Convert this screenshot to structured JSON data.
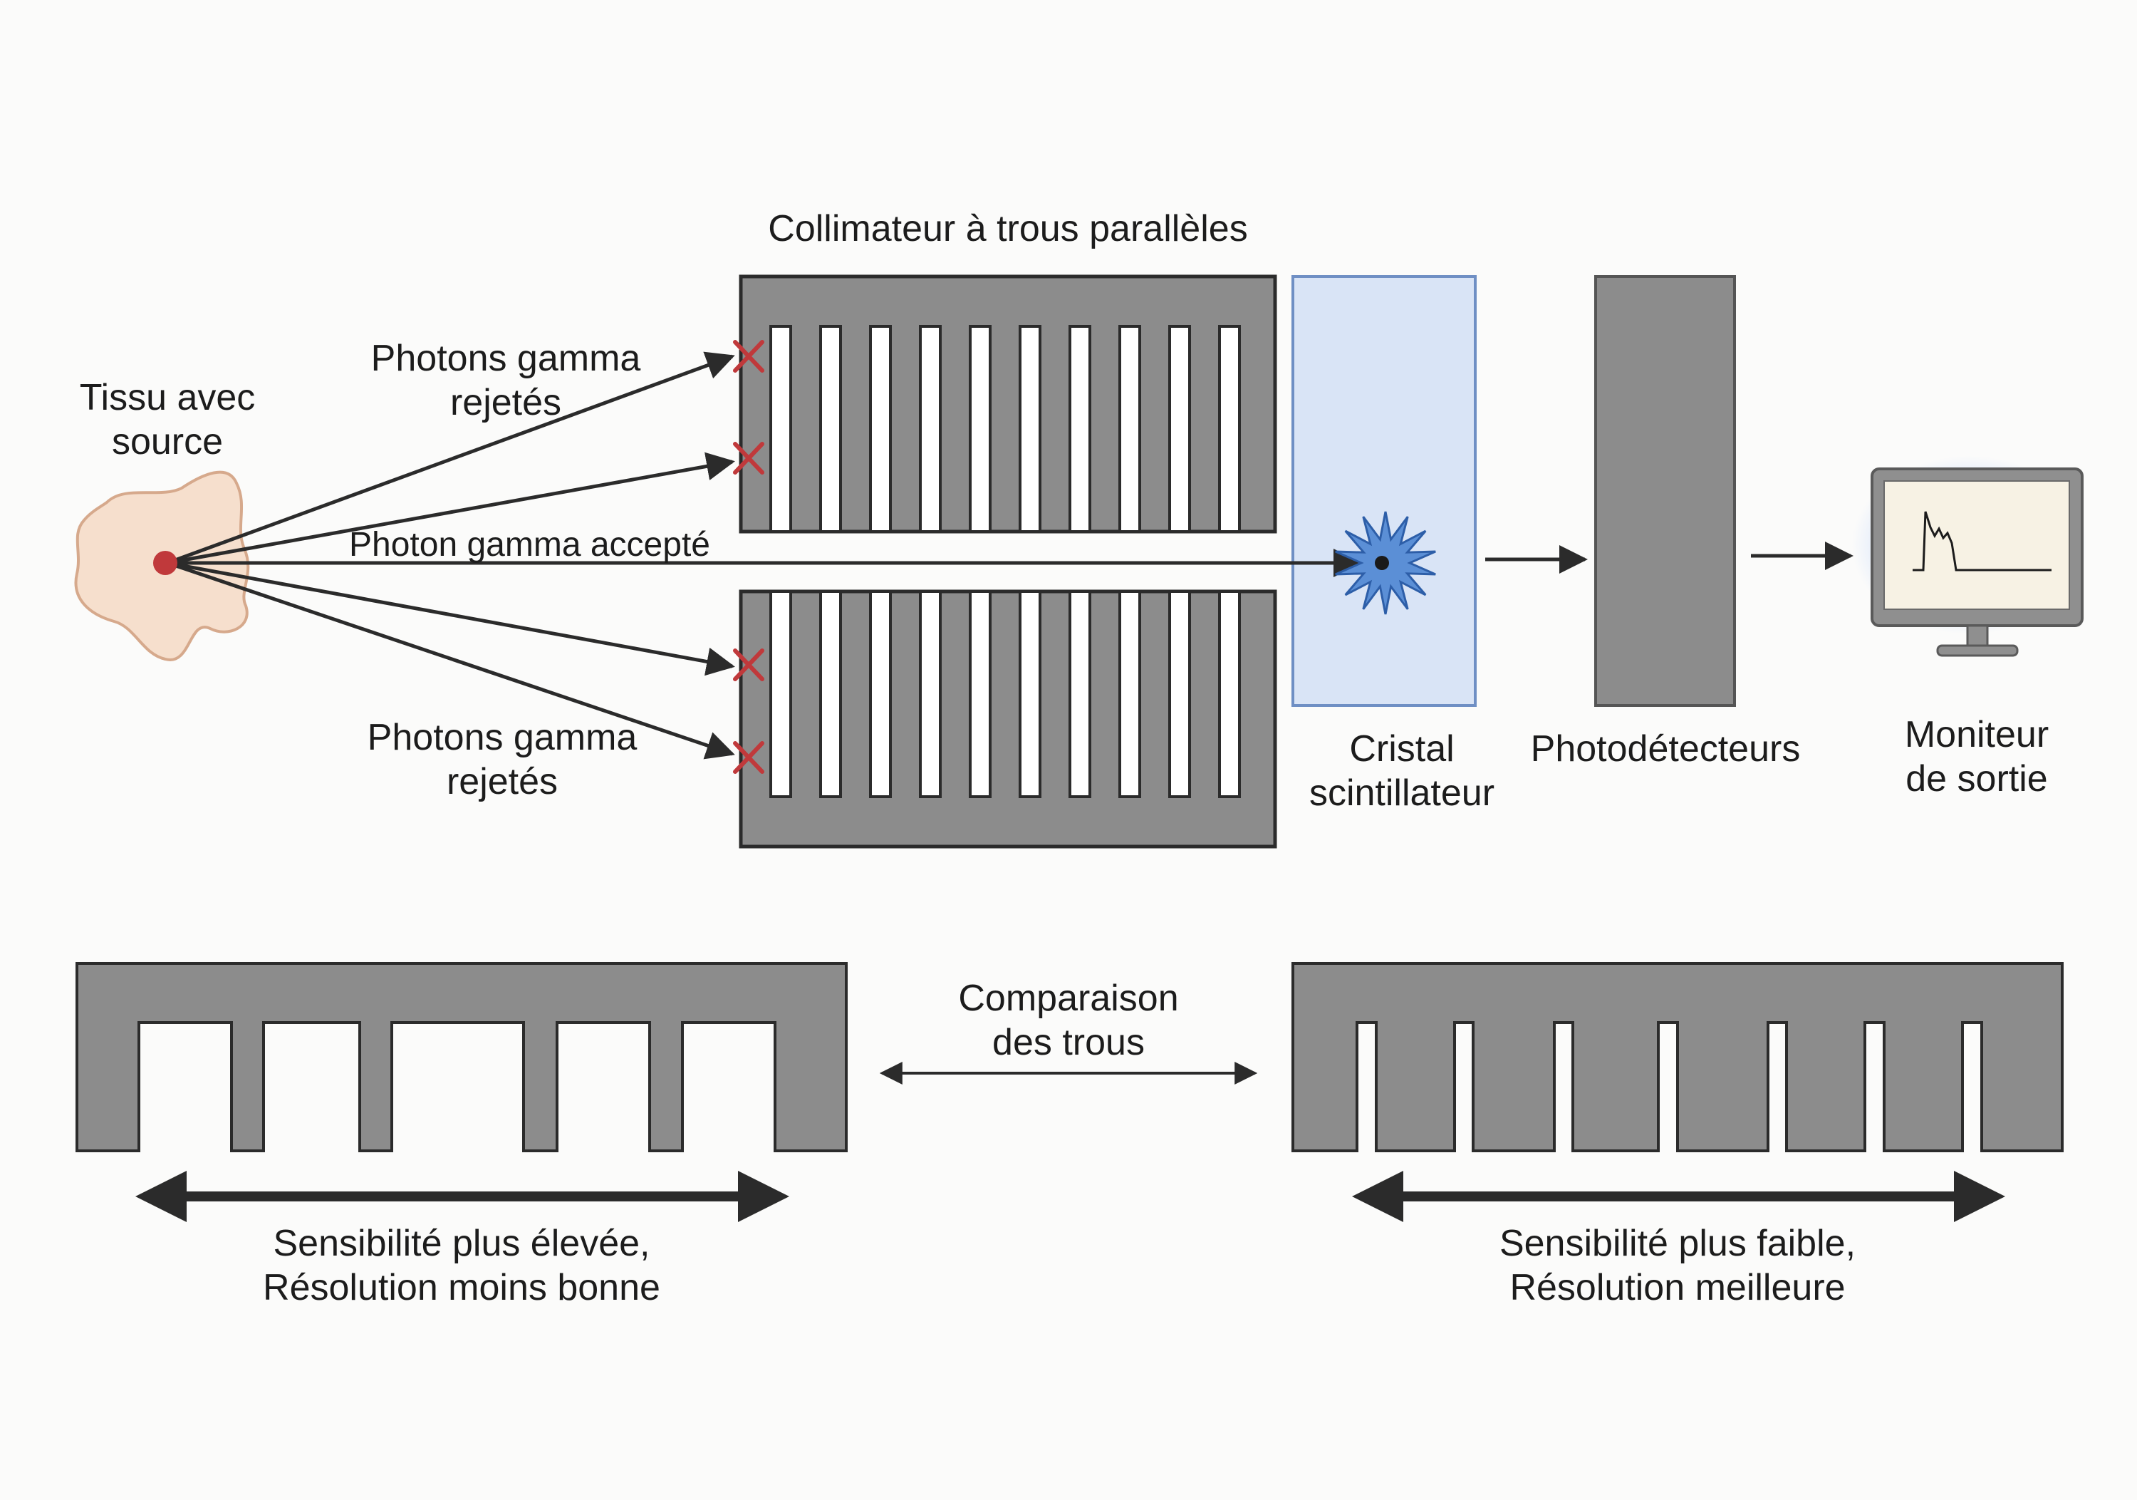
{
  "labels": {
    "collimator_title": "Collimateur à trous parallèles",
    "tissue_line1": "Tissu avec",
    "tissue_line2": "source",
    "rejected_top_line1": "Photons gamma",
    "rejected_top_line2": "rejetés",
    "accepted": "Photon gamma accepté",
    "rejected_bottom_line1": "Photons gamma",
    "rejected_bottom_line2": "rejetés",
    "crystal_line1": "Cristal",
    "crystal_line2": "scintillateur",
    "photodetectors": "Photodétecteurs",
    "monitor_line1": "Moniteur",
    "monitor_line2": "de sortie",
    "comparison_line1": "Comparaison",
    "comparison_line2": "des trous",
    "left_caption_line1": "Sensibilité plus élevée,",
    "left_caption_line2": "Résolution moins bonne",
    "right_caption_line1": "Sensibilité plus faible,",
    "right_caption_line2": "Résolution meilleure"
  },
  "colors": {
    "collimator_gray": "#8c8c8c",
    "outline": "#2b2b2b",
    "crystal_fill": "#d9e4f6",
    "crystal_border": "#6f8fc4",
    "scintillation_star": "#5b8fd6",
    "source_dot": "#c0393b",
    "tissue_fill": "#f6dfcd",
    "tissue_border": "#d6a98c",
    "reject_mark": "#c0393b",
    "monitor_screen": "#f7f2e4"
  },
  "icons": {
    "tissue": "tissue-blob-icon",
    "source": "radioactive-source-dot",
    "reject": "red-x-icon",
    "scintillation": "scintillation-star-icon",
    "monitor": "monitor-icon"
  }
}
